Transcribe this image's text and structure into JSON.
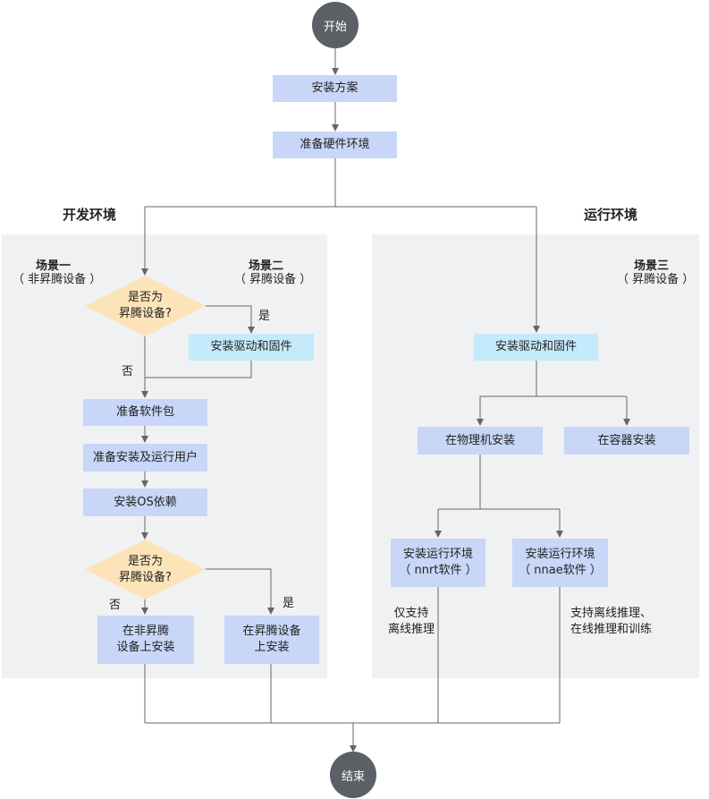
{
  "nodes": {
    "start": "开始",
    "end": "结束",
    "install_plan": "安装方案",
    "prepare_hw": "准备硬件环境",
    "install_driver_dev": "安装驱动和固件",
    "prepare_pkg": "准备软件包",
    "prepare_user": "准备安装及运行用户",
    "install_os_dep": "安装OS依赖",
    "non_ascend_install_l1": "在非昇腾",
    "non_ascend_install_l2": "设备上安装",
    "ascend_install_l1": "在昇腾设备",
    "ascend_install_l2": "上安装",
    "install_driver_run": "安装驱动和固件",
    "physical_install": "在物理机安装",
    "container_install": "在容器安装",
    "nnrt_l1": "安装运行环境",
    "nnrt_l2": "（ nnrt软件 ）",
    "nnae_l1": "安装运行环境",
    "nnae_l2": "（ nnae软件 ）"
  },
  "decisions": {
    "d1_l1": "是否为",
    "d1_l2": "昇腾设备?",
    "d2_l1": "是否为",
    "d2_l2": "昇腾设备?"
  },
  "labels": {
    "yes1": "是",
    "no1": "否",
    "yes2": "是",
    "no2": "否"
  },
  "sections": {
    "dev_env": "开发环境",
    "run_env": "运行环境",
    "scene1_title": "场景一",
    "scene1_sub": "（ 非昇腾设备 ）",
    "scene2_title": "场景二",
    "scene2_sub": "（ 昇腾设备 ）",
    "scene3_title": "场景三",
    "scene3_sub": "（ 昇腾设备 ）"
  },
  "notes": {
    "nnrt_l1": "仅支持",
    "nnrt_l2": "离线推理",
    "nnae_l1": "支持离线推理、",
    "nnae_l2": "在线推理和训练"
  },
  "colors": {
    "process": "#c8d6f7",
    "highlight": "#c4eafc",
    "decision": "#fde3b8",
    "terminal": "#5b5f66",
    "panel": "#f0f1f3",
    "line": "#666666"
  }
}
